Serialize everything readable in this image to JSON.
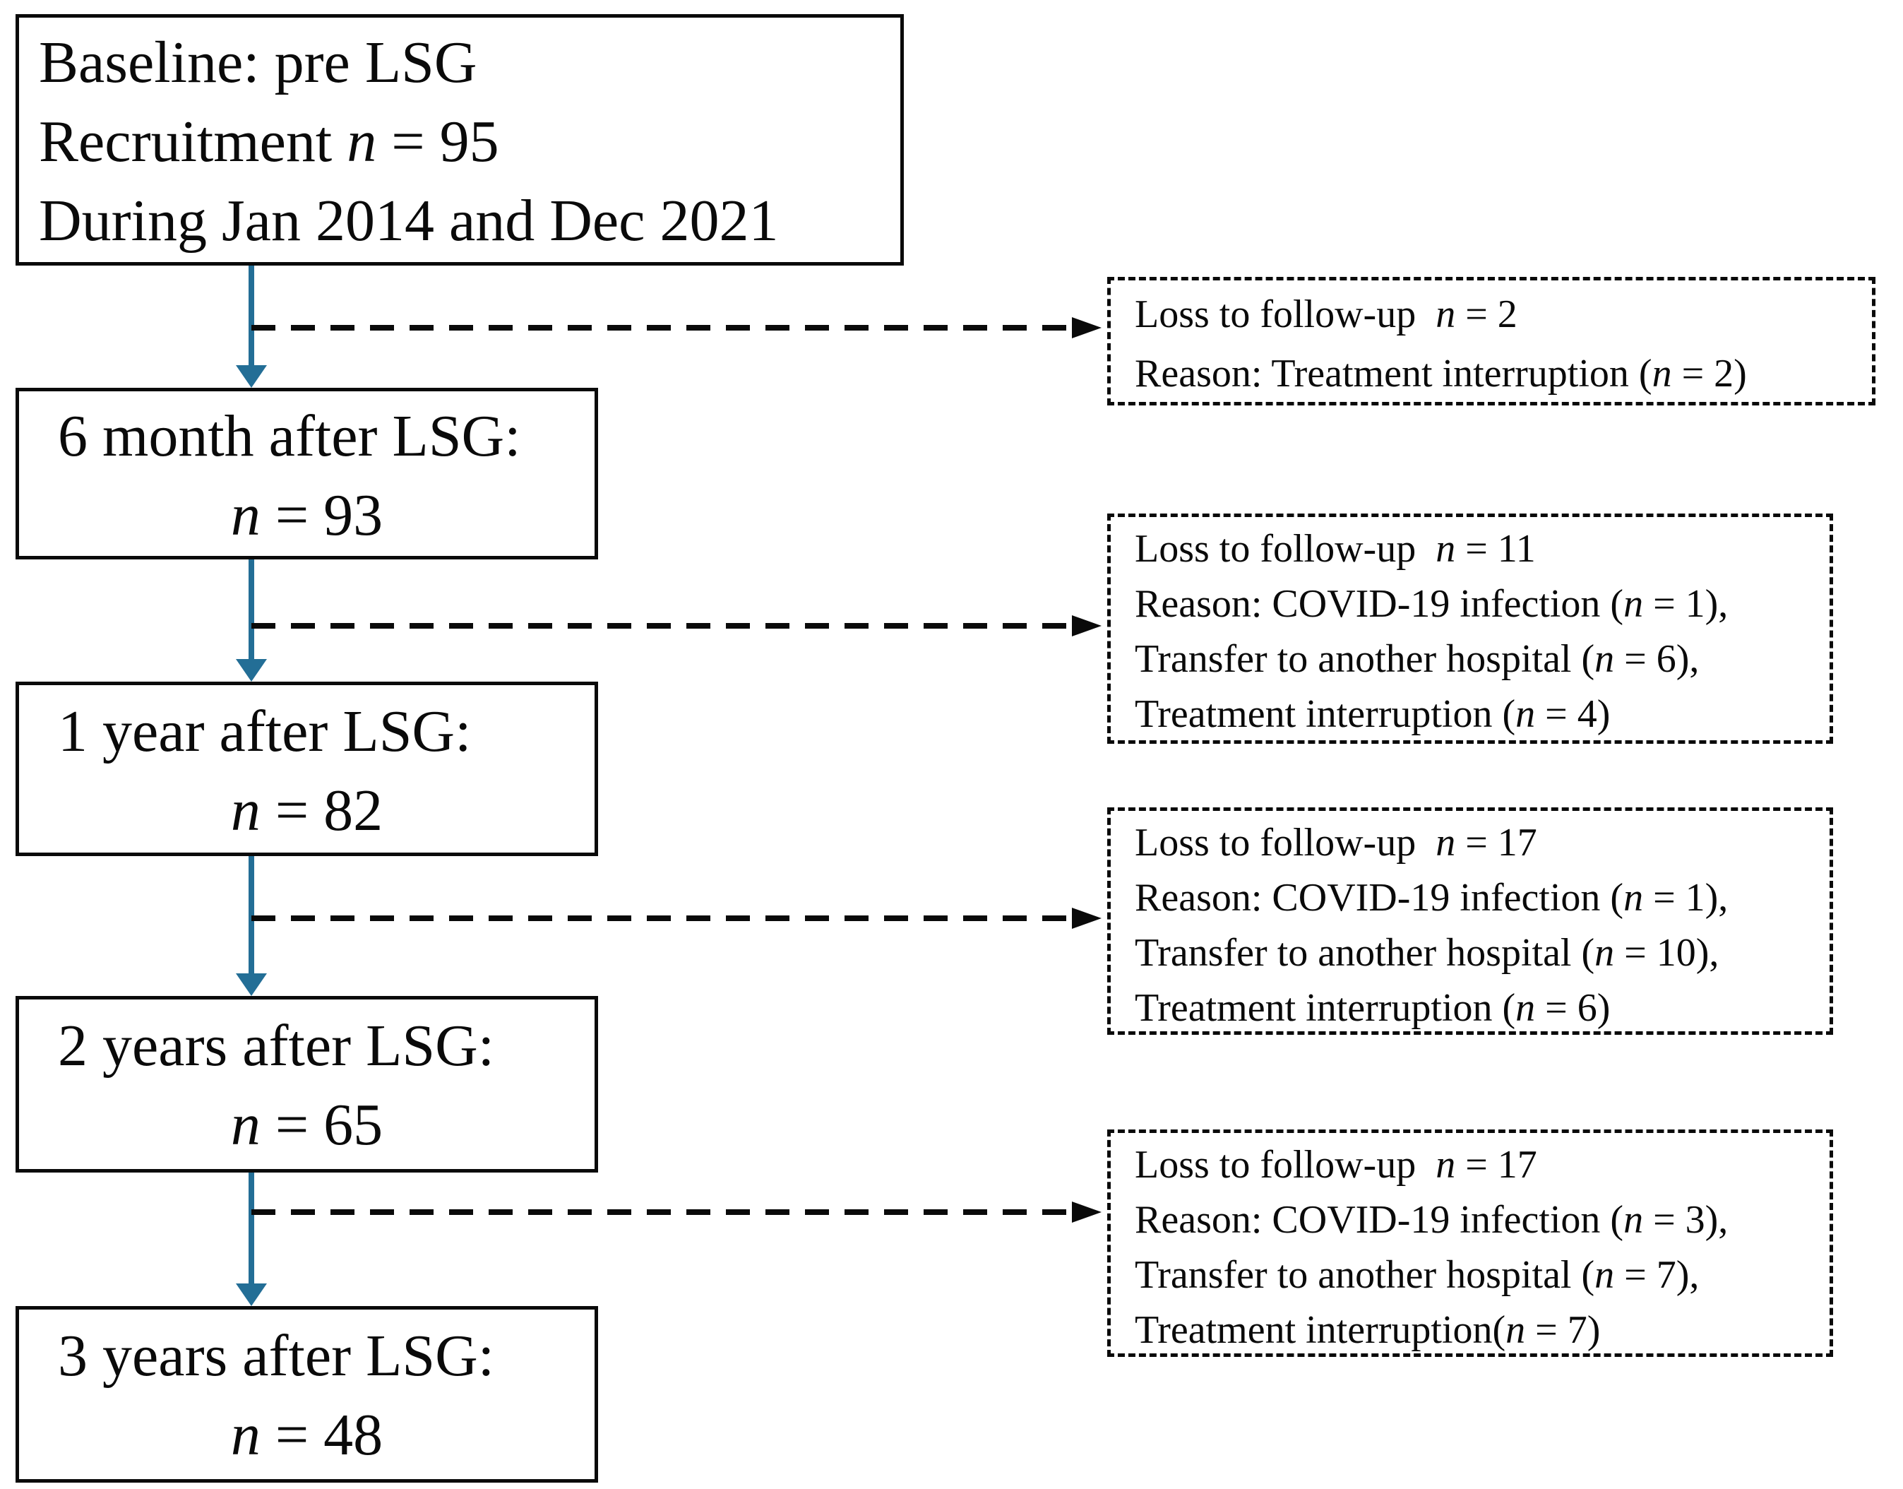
{
  "colors": {
    "arrow": "#236e96",
    "border": "#0a0a0a"
  },
  "flow_boxes": [
    {
      "id": "baseline",
      "lines": [
        {
          "a": "Baseline: pre LSG",
          "n": "",
          "b": ""
        },
        {
          "a": "Recruitment ",
          "n": "n",
          "b": " = 95"
        },
        {
          "a": "During Jan 2014 and Dec 2021",
          "n": "",
          "b": ""
        }
      ]
    },
    {
      "id": "6-month",
      "lines": [
        {
          "a": "6 month after LSG:",
          "n": "",
          "b": ""
        },
        {
          "a": "",
          "n": "n",
          "b": " = 93"
        }
      ]
    },
    {
      "id": "1-year",
      "lines": [
        {
          "a": "1 year after LSG:",
          "n": "",
          "b": ""
        },
        {
          "a": "",
          "n": "n",
          "b": " = 82"
        }
      ]
    },
    {
      "id": "2-years",
      "lines": [
        {
          "a": "2 years after LSG:",
          "n": "",
          "b": ""
        },
        {
          "a": "",
          "n": "n",
          "b": " = 65"
        }
      ]
    },
    {
      "id": "3-years",
      "lines": [
        {
          "a": "3 years after LSG:",
          "n": "",
          "b": ""
        },
        {
          "a": "",
          "n": "n",
          "b": " = 48"
        }
      ]
    }
  ],
  "loss_boxes": [
    {
      "id": "loss-after-baseline",
      "lines": [
        {
          "a": "Loss to follow-up  ",
          "n": "n",
          "b": " = 2"
        },
        {
          "a": "Reason: Treatment interruption (",
          "n": "n",
          "b": " = 2)"
        }
      ]
    },
    {
      "id": "loss-after-6-month",
      "lines": [
        {
          "a": "Loss to follow-up  ",
          "n": "n",
          "b": " = 11"
        },
        {
          "a": "Reason: COVID-19 infection (",
          "n": "n",
          "b": " = 1),"
        },
        {
          "a": "Transfer to another hospital (",
          "n": "n",
          "b": " = 6),"
        },
        {
          "a": "Treatment interruption (",
          "n": "n",
          "b": " = 4)"
        }
      ]
    },
    {
      "id": "loss-after-1-year",
      "lines": [
        {
          "a": "Loss to follow-up  ",
          "n": "n",
          "b": " = 17"
        },
        {
          "a": "Reason: COVID-19 infection (",
          "n": "n",
          "b": " = 1),"
        },
        {
          "a": "Transfer to another hospital (",
          "n": "n",
          "b": " = 10),"
        },
        {
          "a": "Treatment interruption (",
          "n": "n",
          "b": " = 6)"
        }
      ]
    },
    {
      "id": "loss-after-2-years",
      "lines": [
        {
          "a": "Loss to follow-up  ",
          "n": "n",
          "b": " = 17"
        },
        {
          "a": "Reason: COVID-19 infection (",
          "n": "n",
          "b": " = 3),"
        },
        {
          "a": "Transfer to another hospital (",
          "n": "n",
          "b": " = 7),"
        },
        {
          "a": "Treatment interruption(",
          "n": "n",
          "b": " = 7)"
        }
      ]
    }
  ]
}
